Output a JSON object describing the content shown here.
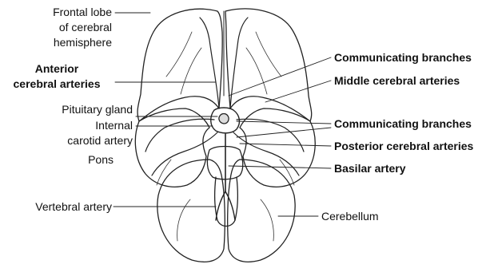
{
  "diagram": {
    "labels_left": {
      "frontal_lobe": [
        "Frontal lobe",
        "of cerebral",
        "hemisphere"
      ],
      "anterior_cerebral": [
        "Anterior",
        "cerebral arteries"
      ],
      "pituitary_gland": "Pituitary gland",
      "internal_carotid": [
        "Internal",
        "carotid artery"
      ],
      "pons": "Pons",
      "vertebral_artery": "Vertebral artery"
    },
    "labels_right": {
      "communicating_top": "Communicating branches",
      "middle_cerebral": "Middle cerebral arteries",
      "communicating_mid": "Communicating branches",
      "posterior_cerebral": "Posterior cerebral arteries",
      "basilar_artery": "Basilar artery",
      "cerebellum": "Cerebellum"
    }
  }
}
